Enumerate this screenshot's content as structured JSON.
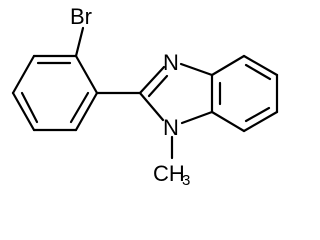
{
  "diagram": {
    "atom_labels": {
      "br": "Br",
      "n_top": "N",
      "n_bottom": "N",
      "methyl": "CH",
      "methyl_sub": "3"
    }
  }
}
